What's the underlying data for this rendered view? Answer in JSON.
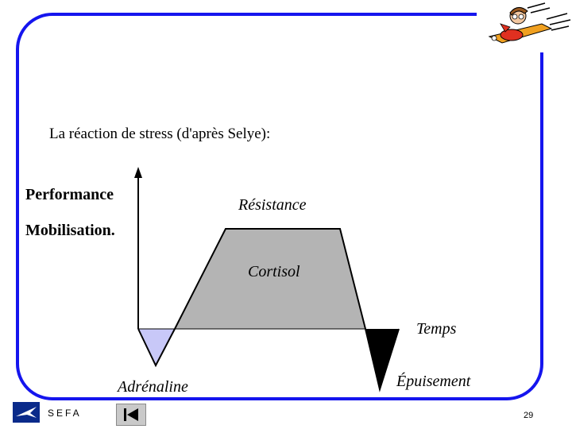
{
  "slide": {
    "title": "La réaction de stress  (d'après Selye):",
    "page_number": "29"
  },
  "footer": {
    "org": "SEFA",
    "logo_icon": "sefa-plane-logo-icon",
    "nav_first_icon": "first-slide-icon"
  },
  "diagram": {
    "labels": {
      "performance": "Performance",
      "mobilisation": "Mobilisation.",
      "resistance": "Résistance",
      "cortisol": "Cortisol",
      "temps": "Temps",
      "adrenaline": "Adrénaline",
      "epuisement": "Épuisement"
    },
    "colors": {
      "adrenaline_fill": "#c8c8f8",
      "cortisol_fill": "#b4b4b4",
      "epuisement_fill": "#000000"
    }
  },
  "theme": {
    "frame_color": "#1515ee"
  }
}
